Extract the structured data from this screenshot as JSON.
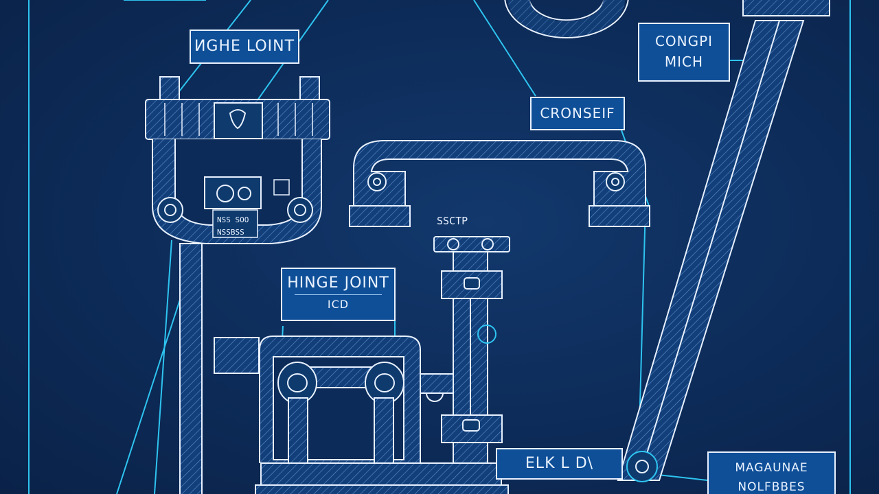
{
  "labels": {
    "top_left": "ИGHE LOINT",
    "top_right_line1": "CONGPI",
    "top_right_line2": "MICH",
    "middle": "CRONSEIF",
    "hinge_title": "HINGE JOINT",
    "hinge_sub": "ICD",
    "bottom": "ELK L D\\",
    "bottom_right_line1": "MAGAUNAE",
    "bottom_right_line2": "NOLFBBES"
  },
  "small_text": {
    "plate_line1": "NSS SOO",
    "plate_line2": "NSSBSS",
    "stem_top": "SSCTP"
  },
  "colors": {
    "background": "#0d2a55",
    "line": "#e8f1ff",
    "accent_line": "#2ec4f0",
    "label_fill": "#0f4f98"
  }
}
